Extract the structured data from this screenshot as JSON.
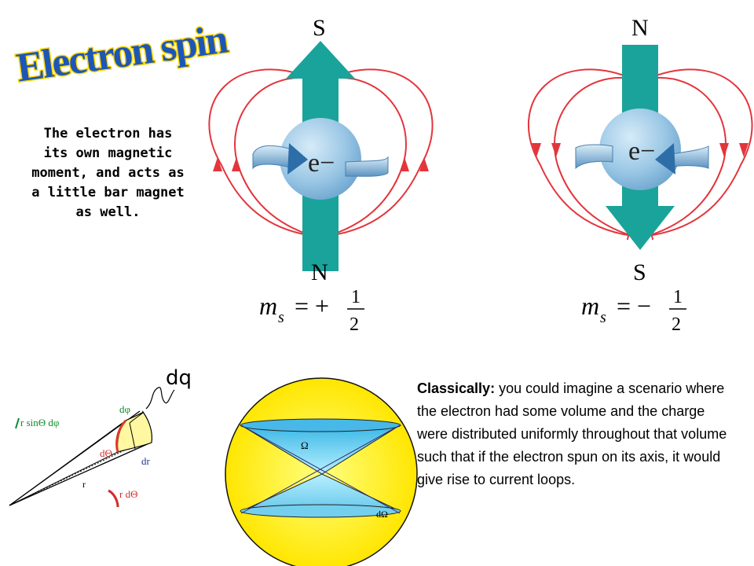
{
  "title": "Electron spin",
  "intro_text": "The electron has its own magnetic moment, and acts as a little bar magnet as well.",
  "spin_up": {
    "top_pole": "S",
    "bottom_pole": "N",
    "particle": "e−",
    "ms_symbol": "m",
    "ms_sub": "s",
    "ms_sign": "= +",
    "num": "1",
    "den": "2"
  },
  "spin_down": {
    "top_pole": "N",
    "bottom_pole": "S",
    "particle": "e−",
    "ms_symbol": "m",
    "ms_sub": "s",
    "ms_sign": "= −",
    "num": "1",
    "den": "2"
  },
  "cone_labels": {
    "dphi": "dφ",
    "rsin": "r sinΘ dφ",
    "dtheta": "dΘ",
    "dr": "dr",
    "r": "r",
    "rdtheta": "r dΘ"
  },
  "dq_label": "dq",
  "solid_angle_labels": {
    "omega": "Ω",
    "domega": "dΩ"
  },
  "classical": {
    "lead": "Classically:",
    "body": "  you could imagine a scenario where the electron had some volume and the charge were distributed uniformly throughout that volume such that if the electron spun on its axis, it would give rise to current loops."
  },
  "colors": {
    "arrow": "#1aa39a",
    "field_line": "#e3353c",
    "sphere": "#9cc8e6",
    "title_fill": "#1e56b8",
    "sun_yellow": "#fff200",
    "cone_blue": "#7fdcef"
  }
}
